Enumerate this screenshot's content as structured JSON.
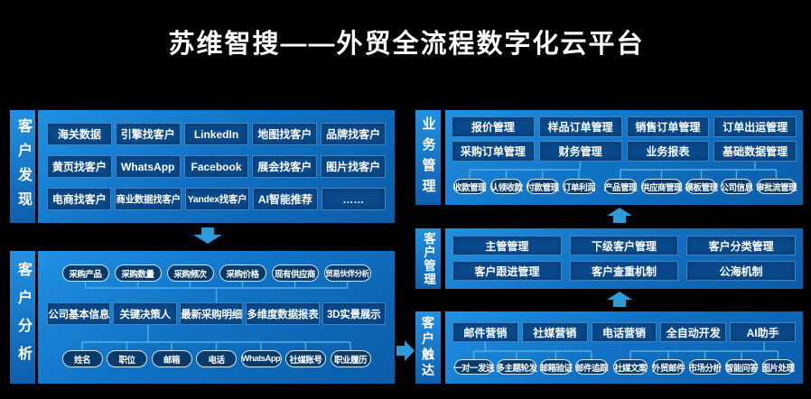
{
  "title": "苏维智搜——外贸全流程数字化云平台",
  "colors": {
    "background": "#000000",
    "banner_blue": "#0f74c8",
    "panel_blue_top": "#2191e2",
    "panel_blue_bottom": "#0c5ca8",
    "box_fill": "#0a4a8c",
    "pill_fill": "#093a69",
    "pill_border": "#cbe7f8",
    "connector": "#54aee4",
    "arrow": "#2c9bd9"
  },
  "sections": {
    "discovery": {
      "label": "客户发现",
      "items": [
        "海关数据",
        "引擎找客户",
        "LinkedIn",
        "地图找客户",
        "品牌找客户",
        "黄页找客户",
        "WhatsApp",
        "Facebook",
        "展会找客户",
        "图片找客户",
        "电商找客户",
        "商业数据找客户",
        "Yandex找客户",
        "AI智能推荐",
        "……"
      ]
    },
    "analysis": {
      "label": "客户分析",
      "top_pills": [
        "采购产品",
        "采购数量",
        "采购频次",
        "采购价格",
        "现有供应商",
        "贸易伙伴分析"
      ],
      "mid_boxes": [
        "公司基本信息",
        "关键决策人",
        "最新采购明细",
        "多维度数据报表",
        "3D实景展示"
      ],
      "bottom_pills": [
        "姓名",
        "职位",
        "邮箱",
        "电话",
        "WhatsApp",
        "社媒账号",
        "职业履历"
      ]
    },
    "business": {
      "label": "业务管理",
      "row1": [
        "报价管理",
        "样品订单管理",
        "销售订单管理",
        "订单出运管理"
      ],
      "row2": [
        "采购订单管理",
        "财务管理",
        "业务报表",
        "基础数据管理"
      ],
      "pills": [
        "收款管理",
        "认领收款",
        "付款管理",
        "订单利润",
        "产品管理",
        "供应商管理",
        "模板管理",
        "公司信息",
        "审批流管理"
      ]
    },
    "management": {
      "label": "客户管理",
      "row1": [
        "主管管理",
        "下级客户管理",
        "客户分类管理"
      ],
      "row2": [
        "客户跟进管理",
        "客户查重机制",
        "公海机制"
      ]
    },
    "reach": {
      "label": "客户触达",
      "row1": [
        "邮件营销",
        "社媒营销",
        "电话营销",
        "全自动开发",
        "AI助手"
      ],
      "pills": [
        "一对一发送",
        "多主题轮发",
        "邮箱验证",
        "邮件追踪",
        "社媒文案",
        "外贸邮件",
        "市场分析",
        "智能问答",
        "图片处理"
      ]
    }
  }
}
